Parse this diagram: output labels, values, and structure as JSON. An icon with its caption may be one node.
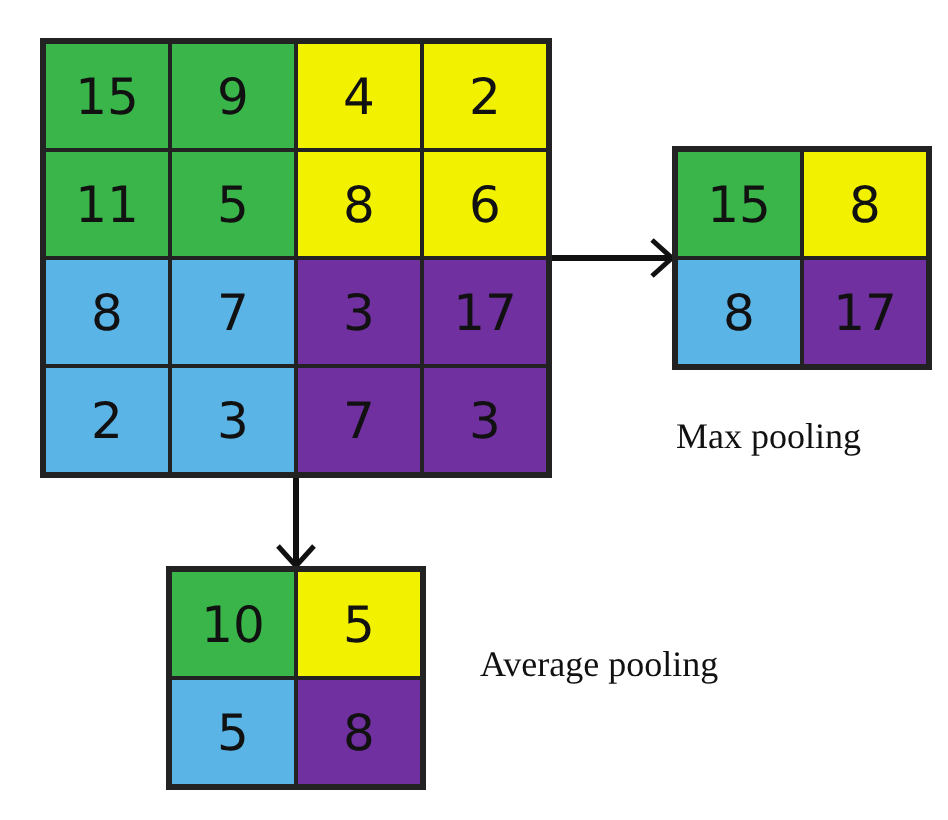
{
  "diagram": {
    "nodes": [
      {
        "text": [],
        "shape": "box"
      },
      {
        "text": [
          "15"
        ],
        "in": 0
      },
      {
        "text": [
          "9"
        ],
        "in": 0
      },
      {
        "text": [
          "4"
        ],
        "in": 0
      },
      {
        "text": [
          "2"
        ],
        "in": 0
      },
      {
        "text": [
          "11"
        ],
        "in": 0
      },
      {
        "text": [
          "5"
        ],
        "in": 0
      },
      {
        "text": [
          "8"
        ],
        "in": 0
      },
      {
        "text": [
          "6"
        ],
        "in": 0
      },
      {
        "text": [
          "8"
        ],
        "in": 0
      },
      {
        "text": [
          "7"
        ],
        "in": 0
      },
      {
        "text": [
          "3"
        ],
        "in": 0
      },
      {
        "text": [
          "17"
        ],
        "in": 0
      },
      {
        "text": [
          "2"
        ],
        "in": 0
      },
      {
        "text": [
          "3"
        ],
        "in": 0
      },
      {
        "text": [
          "7"
        ],
        "in": 0
      },
      {
        "text": [
          "3"
        ],
        "in": 0
      },
      {
        "text": [],
        "shape": "box",
        "beside": [
          "Max pooling"
        ]
      },
      {
        "text": [
          "15"
        ],
        "in": 17
      },
      {
        "text": [
          "8"
        ],
        "in": 17
      },
      {
        "text": [
          "8"
        ],
        "in": 17
      },
      {
        "text": [
          "17"
        ],
        "in": 17
      },
      {
        "text": [],
        "shape": "box",
        "beside": [
          "Average pooling"
        ]
      },
      {
        "text": [
          "10"
        ],
        "in": 22
      },
      {
        "text": [
          "5"
        ],
        "in": 22
      },
      {
        "text": [
          "5"
        ],
        "in": 22
      },
      {
        "text": [
          "8"
        ],
        "in": 22
      }
    ],
    "edges": [
      {
        "from": 0,
        "to": 17,
        "arrow": "to"
      },
      {
        "from": 0,
        "to": 22,
        "arrow": "to"
      }
    ]
  }
}
